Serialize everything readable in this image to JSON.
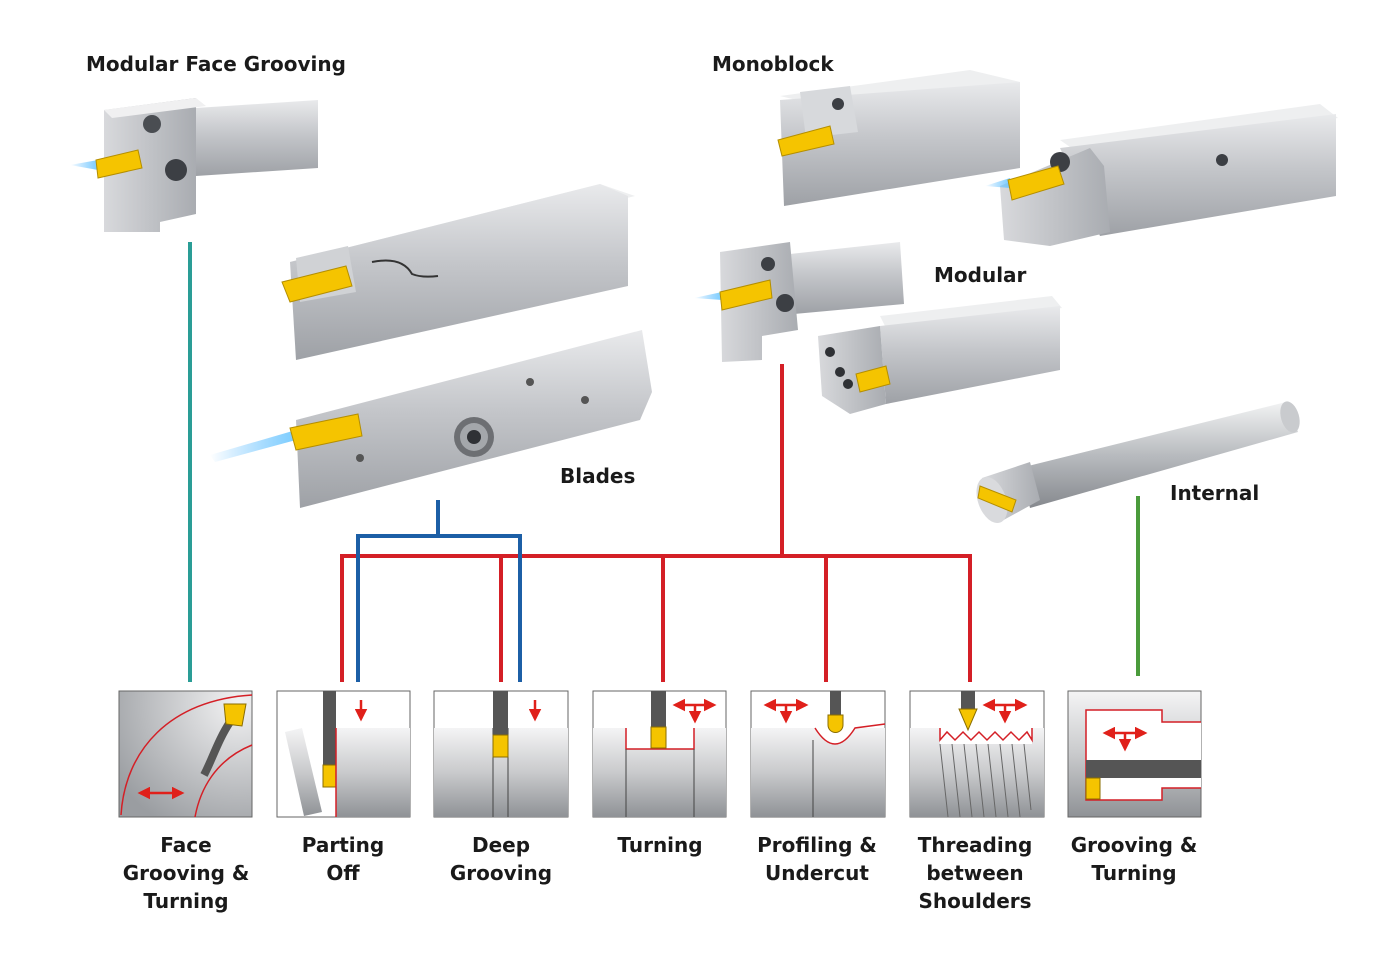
{
  "categories": {
    "modular_face_grooving": "Modular Face Grooving",
    "monoblock": "Monoblock",
    "modular": "Modular",
    "blades": "Blades",
    "internal": "Internal"
  },
  "operations": [
    {
      "lines": [
        "Face",
        "Grooving &",
        "Turning"
      ]
    },
    {
      "lines": [
        "Parting",
        "Off"
      ]
    },
    {
      "lines": [
        "Deep",
        "Grooving"
      ]
    },
    {
      "lines": [
        "Turning"
      ]
    },
    {
      "lines": [
        "Profiling &",
        "Undercut"
      ]
    },
    {
      "lines": [
        "Threading",
        "between",
        "Shoulders"
      ]
    },
    {
      "lines": [
        "Grooving &",
        "Turning"
      ]
    }
  ],
  "colors": {
    "teal_connector": "#2a9d96",
    "red_connector": "#d41f26",
    "blue_connector": "#1c5fa6",
    "green_connector": "#4a9b3b",
    "insert_yellow": "#f5c400",
    "arrow_red": "#e0201a"
  }
}
